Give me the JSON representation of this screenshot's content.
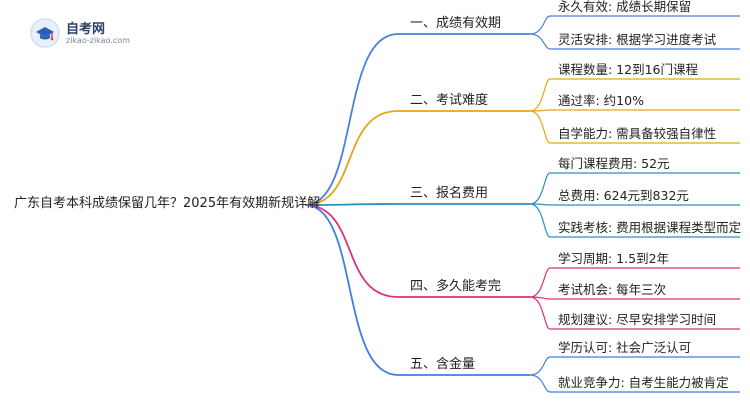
{
  "logo": {
    "title": "自考网",
    "subtitle": "zikao-zikao.com",
    "colors": {
      "primary": "#2b5fb8",
      "accent": "#e24a3b"
    },
    "icon": "graduation-cap-icon"
  },
  "mindmap": {
    "root": "广东自考本科成绩保留几年？2025年有效期新规详解",
    "branches": [
      {
        "label": "一、成绩有效期",
        "color": "#4a7fdc",
        "leaves": [
          "永久有效: 成绩长期保留",
          "灵活安排: 根据学习进度考试"
        ]
      },
      {
        "label": "二、考试难度",
        "color": "#e8a317",
        "leaves": [
          "课程数量: 12到16门课程",
          "通过率: 约10%",
          "自学能力: 需具备较强自律性"
        ]
      },
      {
        "label": "三、报名费用",
        "color": "#2e8fc4",
        "leaves": [
          "每门课程费用: 52元",
          "总费用: 624元到832元",
          "实践考核: 费用根据课程类型而定"
        ]
      },
      {
        "label": "四、多久能考完",
        "color": "#d8327a",
        "leaves": [
          "学习周期: 1.5到2年",
          "考试机会: 每年三次",
          "规划建议: 尽早安排学习时间"
        ]
      },
      {
        "label": "五、含金量",
        "color": "#3f7fe0",
        "leaves": [
          "学历认可: 社会广泛认可",
          "就业竞争力: 自考生能力被肯定"
        ]
      }
    ]
  }
}
